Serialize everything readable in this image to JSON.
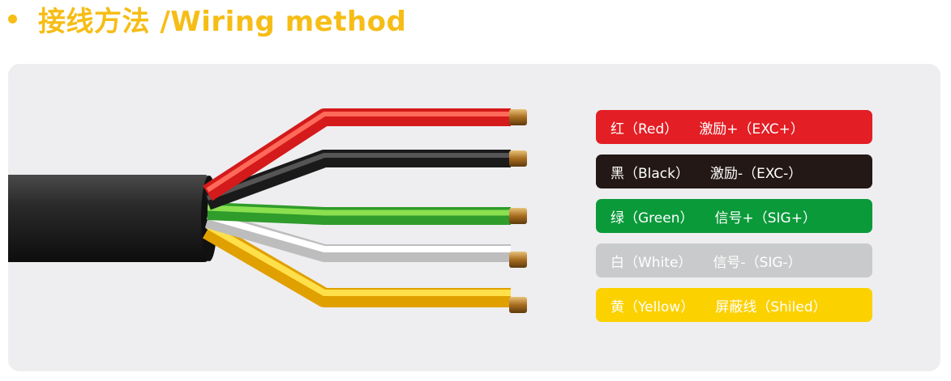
{
  "header": {
    "title": "接线方法 /Wiring method",
    "accent_color": "#f6bd16"
  },
  "wires": [
    {
      "color_name": "red",
      "color": "#e31e24",
      "label_color_name": "红（Red）",
      "label_function": "激励+（EXC+）",
      "text_color": "#ffffff"
    },
    {
      "color_name": "black",
      "color": "#231815",
      "label_color_name": "黑（Black）",
      "label_function": "激励-（EXC-）",
      "text_color": "#ffffff"
    },
    {
      "color_name": "green",
      "color": "#0a9a3a",
      "label_color_name": "绿（Green）",
      "label_function": "信号+（SIG+）",
      "text_color": "#ffffff"
    },
    {
      "color_name": "white",
      "color": "#c9cacb",
      "label_color_name": "白（White）",
      "label_function": "信号-（SIG-）",
      "text_color": "#ffffff"
    },
    {
      "color_name": "yellow",
      "color": "#fcd100",
      "label_color_name": "黄（Yellow）",
      "label_function": "屏蔽线（Shiled）",
      "text_color": "#ffffff"
    }
  ]
}
